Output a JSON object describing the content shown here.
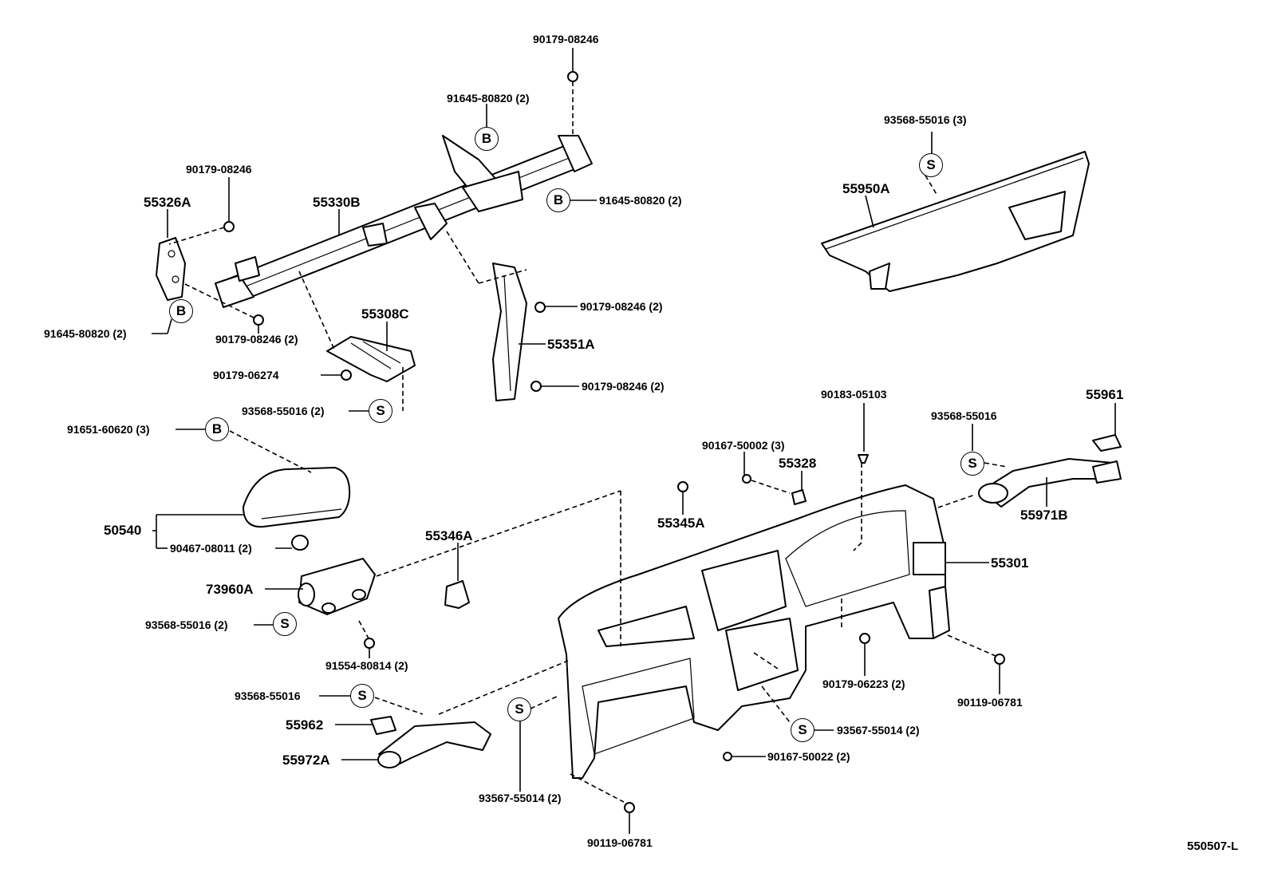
{
  "diagram_ref": "550507-L",
  "callout_symbols": {
    "bolt": "B",
    "screw": "S"
  },
  "labels": {
    "p90179_08246_top": "90179-08246",
    "p91645_80820_top": "91645-80820 (2)",
    "p93568_55016_3": "93568-55016 (3)",
    "p55950A": "55950A",
    "p90179_08246_left": "90179-08246",
    "p55326A": "55326A",
    "p55330B": "55330B",
    "p91645_80820_right": "91645-80820 (2)",
    "p91645_80820_left": "91645-80820 (2)",
    "p90179_08246_2a": "90179-08246 (2)",
    "p55308C": "55308C",
    "p90179_06274": "90179-06274",
    "p93568_55016_2a": "93568-55016 (2)",
    "p90179_08246_2b": "90179-08246 (2)",
    "p55351A": "55351A",
    "p90179_08246_2c": "90179-08246 (2)",
    "p90183_05103": "90183-05103",
    "p55961": "55961",
    "p93568_55016_right": "93568-55016",
    "p91651_60620": "91651-60620 (3)",
    "p90167_50002": "90167-50002 (3)",
    "p55328": "55328",
    "p55345A": "55345A",
    "p55971B": "55971B",
    "p50540": "50540",
    "p90467_08011": "90467-08011 (2)",
    "p55346A": "55346A",
    "p55301": "55301",
    "p73960A": "73960A",
    "p93568_55016_2b": "93568-55016 (2)",
    "p91554_80814": "91554-80814 (2)",
    "p90179_06223": "90179-06223 (2)",
    "p90119_06781_right": "90119-06781",
    "p93568_55016_lower": "93568-55016",
    "p55962": "55962",
    "p93567_55014_right": "93567-55014 (2)",
    "p55972A": "55972A",
    "p90167_50022": "90167-50022 (2)",
    "p93567_55014_bottom": "93567-55014 (2)",
    "p90119_06781_bottom": "90119-06781"
  }
}
